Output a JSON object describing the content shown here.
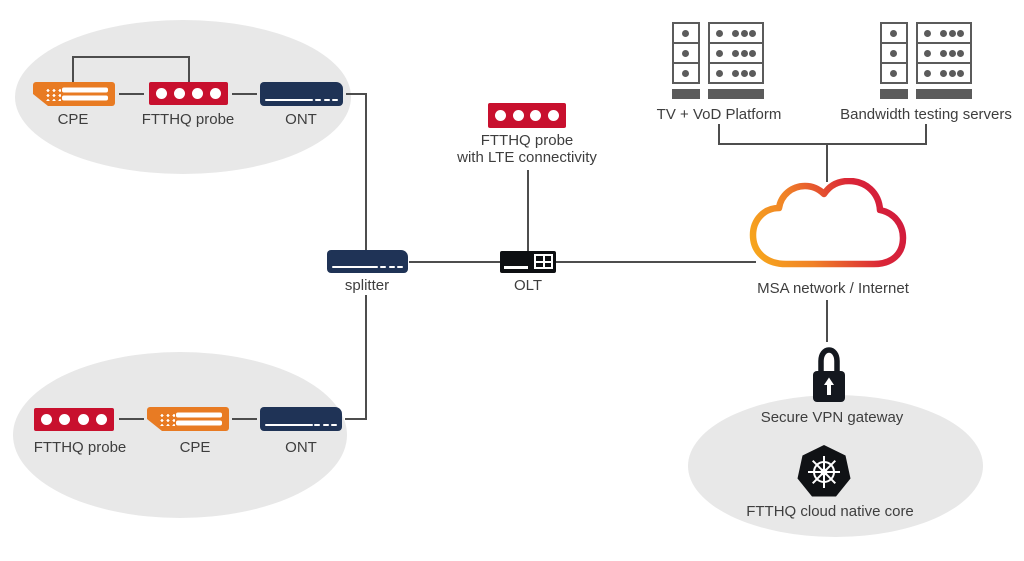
{
  "diagram": {
    "customer_site_top": {
      "cpe": "CPE",
      "probe": "FTTHQ probe",
      "ont": "ONT"
    },
    "customer_site_bottom": {
      "probe": "FTTHQ probe",
      "cpe": "CPE",
      "ont": "ONT"
    },
    "access": {
      "splitter": "splitter",
      "olt": "OLT"
    },
    "lte_probe": {
      "line1": "FTTHQ probe",
      "line2": "with LTE connectivity"
    },
    "headend": {
      "tv_vod": "TV + VoD Platform",
      "bandwidth": "Bandwidth testing servers"
    },
    "cloud": {
      "label": "MSA network / Internet"
    },
    "core": {
      "vpn": "Secure VPN gateway",
      "k8s": "FTTHQ cloud native core"
    }
  },
  "colors": {
    "probe_red": "#C8102E",
    "cpe_orange": "#E87B23",
    "ont_navy": "#1F3356",
    "device_black": "#0D0F12",
    "server_gray": "#5B5B5B",
    "line_gray": "#4D4D4D",
    "zone_gray": "#E8E8E8",
    "text_gray": "#3E3E3E",
    "cloud_gradient": [
      "#F7A71C",
      "#F08227",
      "#D21C3C"
    ]
  }
}
